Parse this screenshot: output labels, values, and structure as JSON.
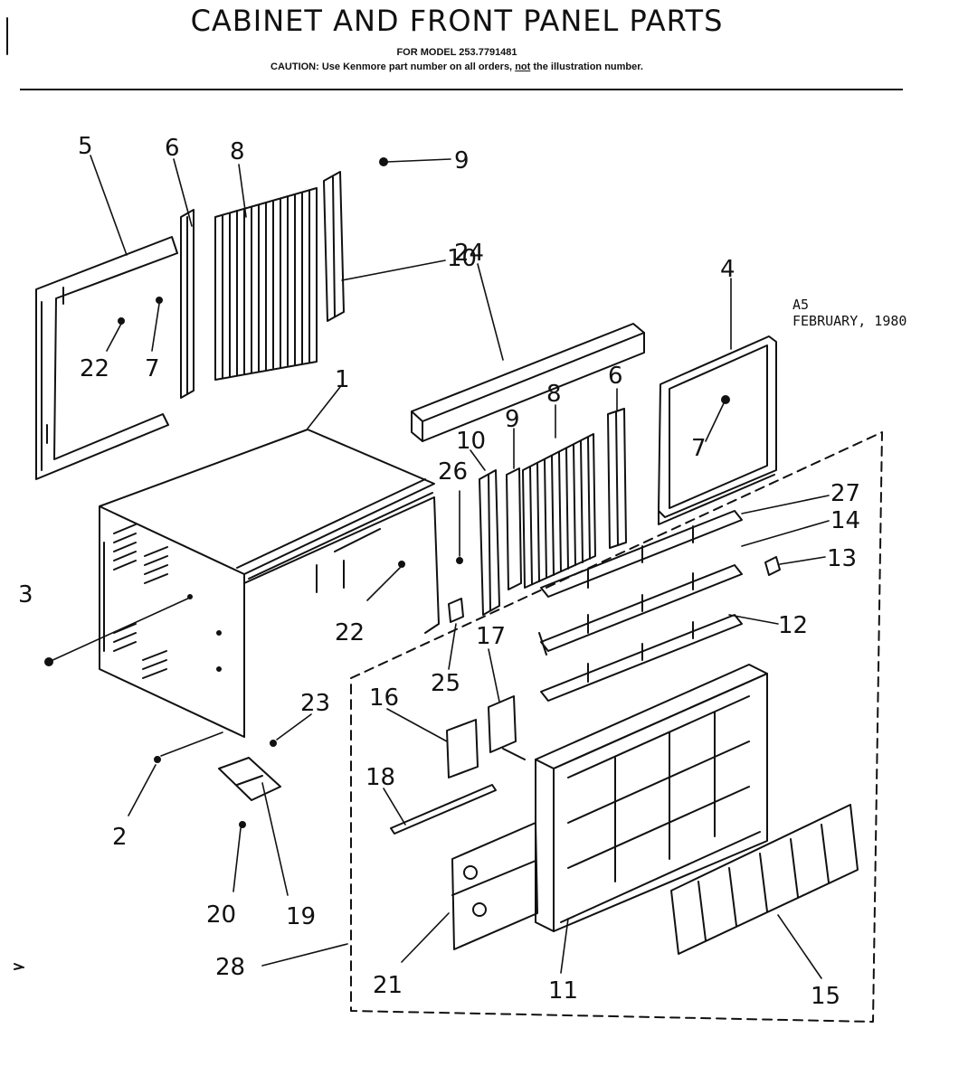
{
  "header": {
    "title": "CABINET AND FRONT PANEL PARTS",
    "model": "FOR MODEL 253.7791481",
    "caution_prefix": "CAUTION: Use Kenmore part number on all orders,",
    "caution_not": "not",
    "caution_suffix": "the illustration number."
  },
  "stamp": {
    "code": "A5",
    "date": "FEBRUARY, 1980"
  },
  "callouts": {
    "c5": "5",
    "c6a": "6",
    "c8a": "8",
    "c9a": "9",
    "c10a": "10",
    "c22a": "22",
    "c7a": "7",
    "c1": "1",
    "c24": "24",
    "c4": "4",
    "c7b": "7",
    "c10b": "10",
    "c9b": "9",
    "c8b": "8",
    "c6b": "6",
    "c26": "26",
    "c27": "27",
    "c14": "14",
    "c13": "13",
    "c12": "12",
    "c3": "3",
    "c22b": "22",
    "c25": "25",
    "c17": "17",
    "c16": "16",
    "c23": "23",
    "c18": "18",
    "c2": "2",
    "c20": "20",
    "c19": "19",
    "c28": "28",
    "c21": "21",
    "c11": "11",
    "c15": "15"
  }
}
